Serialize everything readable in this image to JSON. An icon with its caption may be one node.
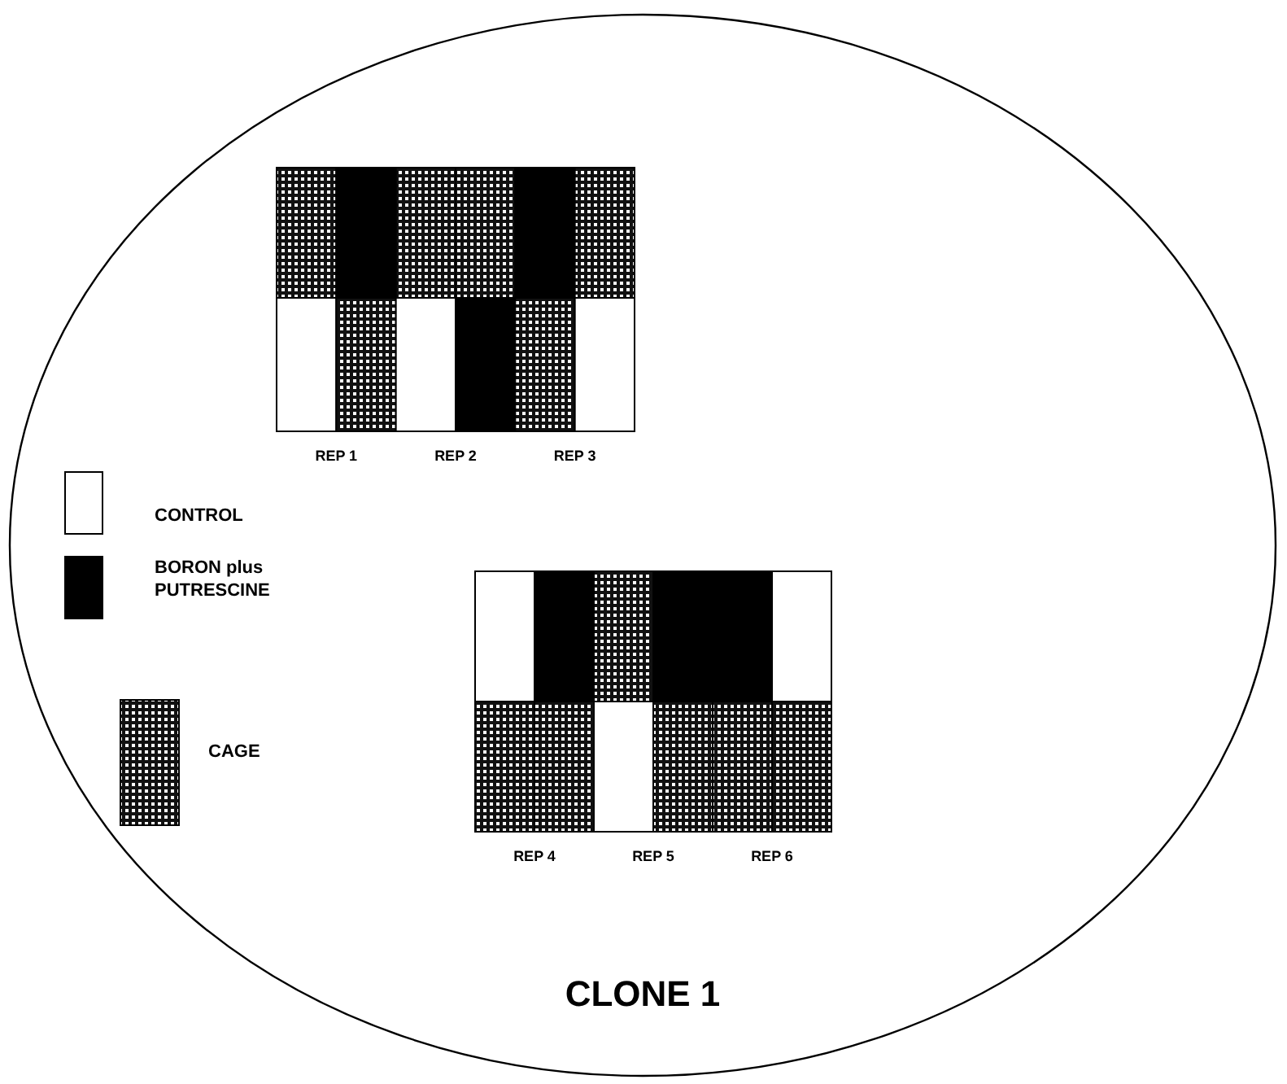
{
  "diagram": {
    "title": "CLONE 1",
    "labels": [
      "REP 1",
      "REP 2",
      "REP 3",
      "REP 4",
      "REP 5",
      "REP 6"
    ],
    "legend": [
      {
        "text": "CONTROL",
        "color": "#ffffff"
      },
      {
        "text": "BORON plus PUTRESCINE",
        "color": "#000000"
      },
      {
        "text": "CAGE"
      }
    ]
  }
}
